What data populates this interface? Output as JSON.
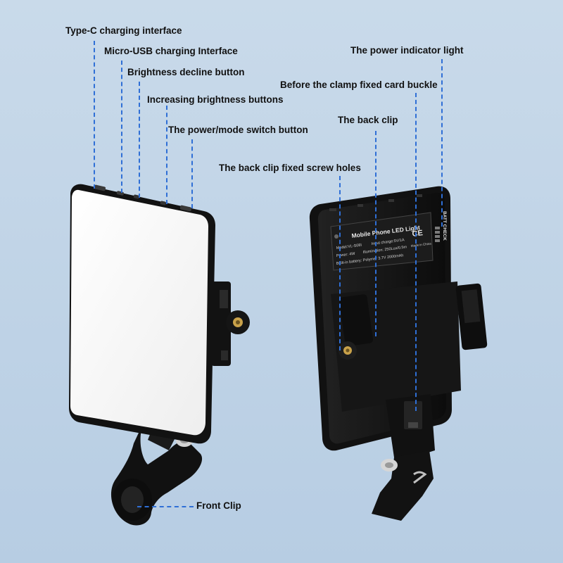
{
  "colors": {
    "background": "#c2d6ea",
    "leader_line": "#2f6fd6",
    "device_body": "#151515",
    "light_panel": "#ffffff"
  },
  "labels": {
    "type_c": "Type-C charging interface",
    "micro_usb": "Micro-USB charging Interface",
    "brightness_down": "Brightness decline button",
    "brightness_up": "Increasing brightness buttons",
    "power_mode": "The power/mode switch button",
    "power_indicator": "The power indicator light",
    "clamp_buckle": "Before the clamp fixed card buckle",
    "back_clip": "The back clip",
    "screw_holes": "The back clip fixed screw holes",
    "front_clip": "Front Clip"
  },
  "product_label": {
    "title": "Mobile Phone LED Light",
    "model": "Model:VL-S08I",
    "input": "Input charge:5V/1A",
    "power": "Power: 4W",
    "illumination": "Illumination: 250Lux/0.5m",
    "battery": "Built-in battery: Polymer 3.7V 2000mAh",
    "made_in": "Made in China",
    "batt_check": "BATT CHECK"
  }
}
